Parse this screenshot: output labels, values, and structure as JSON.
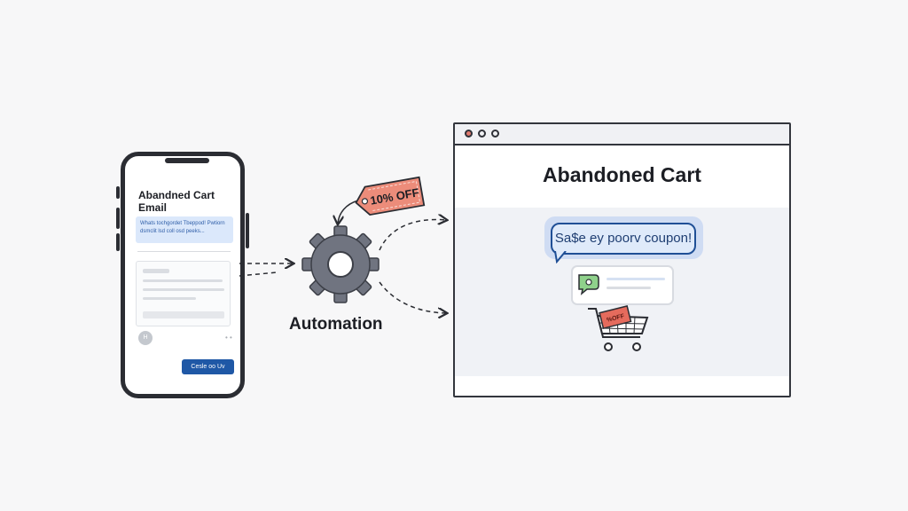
{
  "phone": {
    "title": "Abandned Cart Email",
    "highlight_text": "Whats tochgordet Tbeppod! Pwtiorn dsmclit lsd coll osd peeks...",
    "avatar_text": "H",
    "dots": "• •",
    "cta_label": "Cesle oo Uv"
  },
  "coupon_tag": {
    "label": "10% OFF",
    "color": "#ec8c7a"
  },
  "automation": {
    "label": "Automation"
  },
  "browser": {
    "title": "Abandoned Cart",
    "bubble_text": "Sa$e ey poorv coupon!",
    "cart_tag_text": "%OFF"
  },
  "colors": {
    "accent_blue": "#1f58a6",
    "gear_gray": "#707480",
    "outline_dark": "#2b2d33"
  }
}
